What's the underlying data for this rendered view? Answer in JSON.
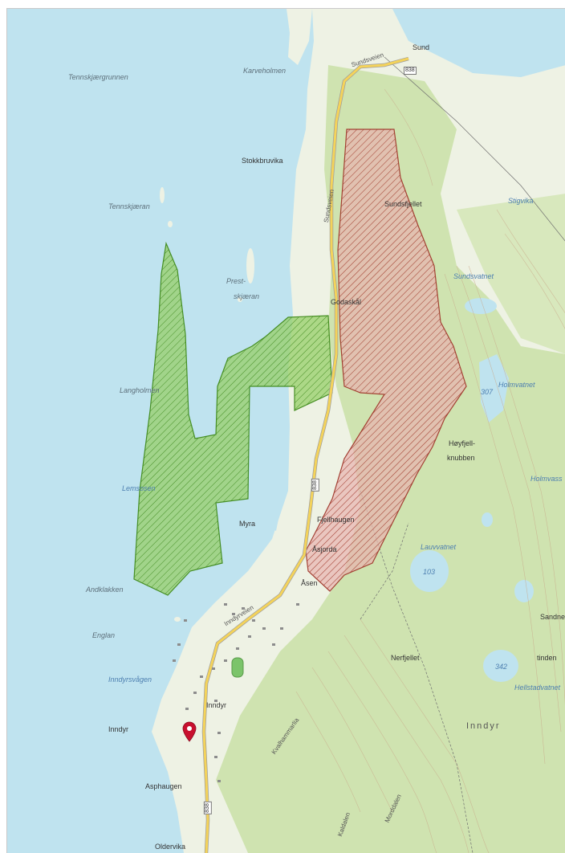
{
  "map": {
    "labels": {
      "sund": "Sund",
      "sundsveien_top": "Sundsveien",
      "karveholmen": "Karveholmen",
      "tennskjaergrunnen": "Tennskjærgrunnen",
      "stokkbruvika": "Stokkbruvika",
      "tennskjaeran": "Tennskjæran",
      "sundsveien_mid": "Sundsveien",
      "sundsfjellet": "Sundsfjellet",
      "stigvika": "Stigvika",
      "prest": "Prest-",
      "skjaeran": "skjæran",
      "sundsvatnet": "Sundsvatnet",
      "godaskal": "Godaskål",
      "holmvatnet": "Holmvatnet",
      "elev_307": "307",
      "langholmen": "Langholmen",
      "hoyfjell": "Høyfjell-",
      "knubben": "knubben",
      "holmvassdalen": "Holmvass",
      "lemsosen": "Lemsosen",
      "myra": "Myra",
      "fjellhaugen": "Fjellhaugen",
      "lauvvatnet": "Lauvvatnet",
      "asjorda": "Åsjorda",
      "elev_103": "103",
      "asen": "Åsen",
      "andklakken": "Andklakken",
      "inndyrveien": "Inndyrveien",
      "sandnes": "Sandnes",
      "englan": "Englan",
      "nerfjellet": "Nerfjellet",
      "tinden": "tinden",
      "elev_342": "342",
      "inndyrsvagen": "Inndyrsvågen",
      "hellstadvatnet": "Hellstadvatnet",
      "inndyr_village": "Inndyr",
      "inndyr_place": "Inndyr",
      "inndyr_area": "Inndyr",
      "kvalhammarlia": "Kvalhammarlia",
      "asphaugen": "Asphaugen",
      "oldervika": "Oldervika",
      "kaldalen": "Kaldalen",
      "morddalen": "Morddalen"
    },
    "road_shields": {
      "r838_top": "838",
      "r838_mid": "838",
      "r838_bottom": "838"
    },
    "colors": {
      "sea": "#bfe3ef",
      "land": "#eef2e4",
      "forest": "#cfe3b0",
      "green_zone_fill": "#97cf6a",
      "green_zone_stroke": "#3f8a1a",
      "red_zone_fill": "#e9b4b0",
      "red_zone_stroke": "#a0382c",
      "road": "#f4d35a",
      "marker": "#c8102e"
    },
    "marker_icon": "map-pin-icon"
  }
}
